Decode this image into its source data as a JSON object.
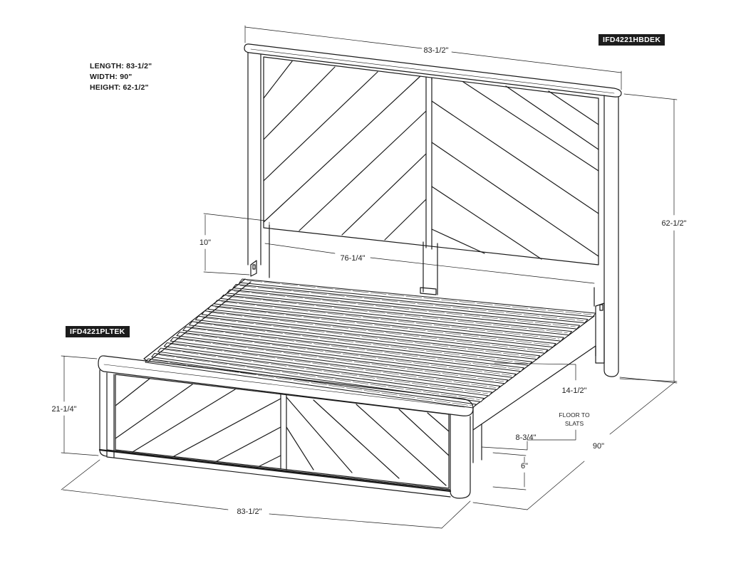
{
  "labels": {
    "headboard_code": "IFD4221HBDEK",
    "platform_code": "IFD4221PLTEK"
  },
  "specs": {
    "length": "LENGTH: 83-1/2\"",
    "width": "WIDTH: 90\"",
    "height": "HEIGHT: 62-1/2\""
  },
  "dimensions": {
    "headboard_width": "83-1/2\"",
    "headboard_height": "62-1/2\"",
    "rail_length": "76-1/4\"",
    "rail_offset": "10\"",
    "footboard_height": "21-1/4\"",
    "footboard_width": "83-1/2\"",
    "depth": "90\"",
    "slat_height": "14-1/2\"",
    "slat_note_line1": "FLOOR TO",
    "slat_note_line2": "SLATS",
    "rail_height": "8-3/4\"",
    "clearance": "6\""
  },
  "colors": {
    "line": "#1a1a1a",
    "tag_bg": "#1c1c1c",
    "tag_text": "#ffffff"
  }
}
